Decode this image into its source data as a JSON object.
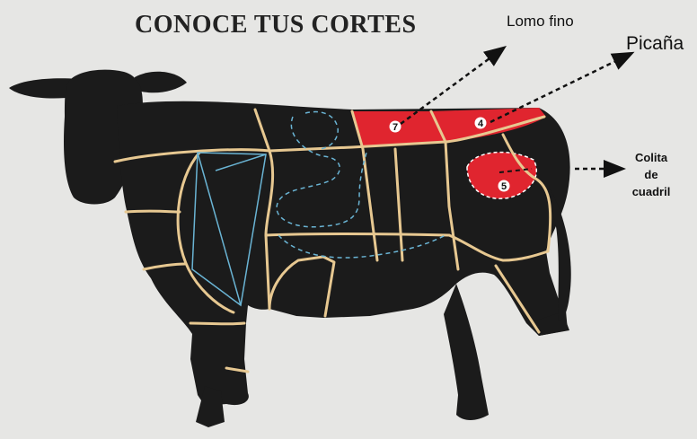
{
  "title": "CONOCE TUS CORTES",
  "labels": {
    "lomo_fino": "Lomo fino",
    "picana": "Picaña",
    "colita": [
      "Colita",
      "de",
      "cuadril"
    ]
  },
  "badges": {
    "lomo_fino": "7",
    "picana": "4",
    "colita": "5"
  },
  "colors": {
    "background": "#e6e6e4",
    "cow": "#1b1b1b",
    "seam": "#e7c891",
    "highlight": "#e0252f",
    "tenderloin_outline": "#6ab4d4"
  }
}
